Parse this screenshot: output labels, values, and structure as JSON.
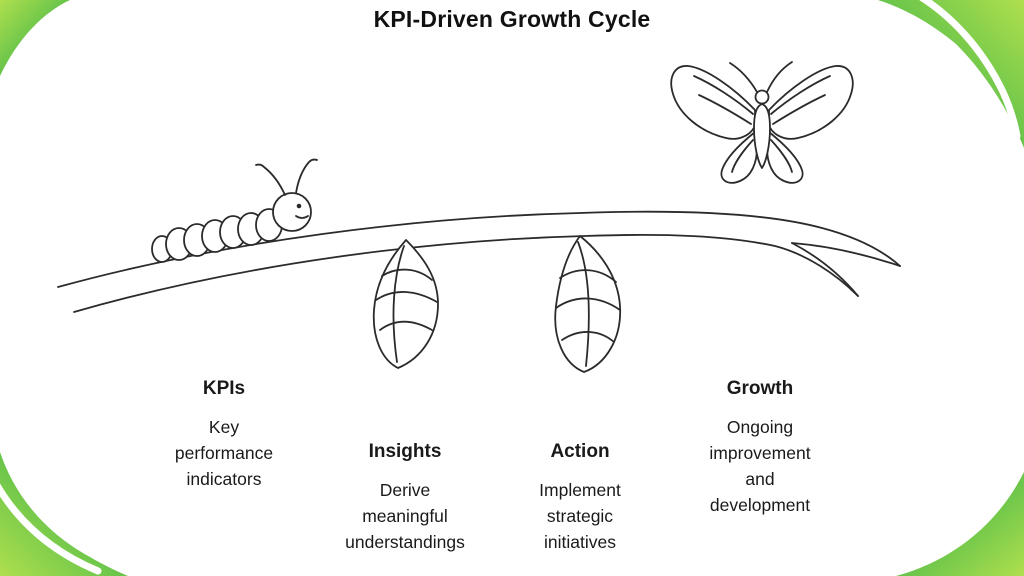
{
  "title": "KPI-Driven Growth Cycle",
  "stages": [
    {
      "heading": "KPIs",
      "description": "Key performance indicators"
    },
    {
      "heading": "Insights",
      "description": "Derive meaningful understandings"
    },
    {
      "heading": "Action",
      "description": "Implement strategic initiatives"
    },
    {
      "heading": "Growth",
      "description": "Ongoing improvement and development"
    }
  ],
  "illustration": {
    "branch": "tree-branch",
    "caterpillar": "caterpillar-icon",
    "chrysalis_1": "chrysalis-icon",
    "chrysalis_2": "chrysalis-icon",
    "butterfly": "butterfly-icon"
  },
  "colors": {
    "background": "#FFFFFF",
    "text": "#1A1A1A",
    "line": "#2B2B2B",
    "corner_light": "#AFDF4E",
    "corner_mid": "#5FC14A",
    "corner_dark": "#2D9C4D"
  }
}
